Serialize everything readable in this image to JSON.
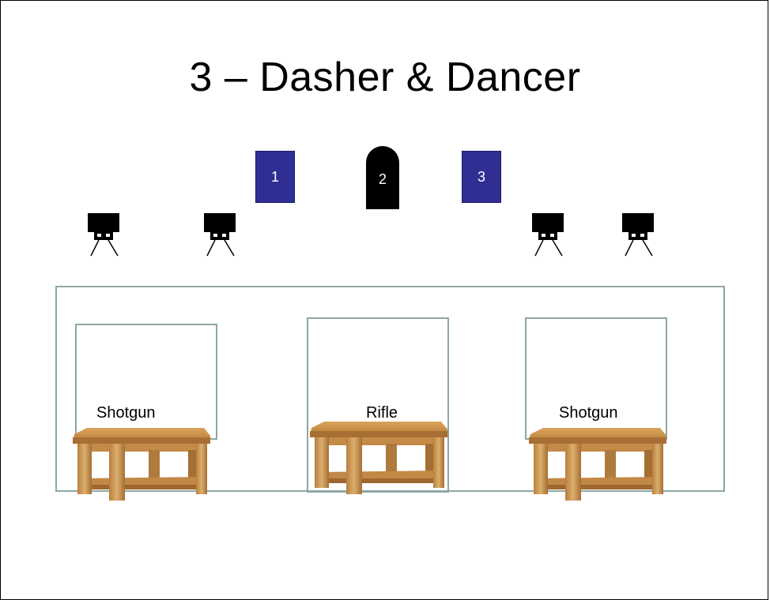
{
  "slide": {
    "title": "3 – Dasher & Dancer"
  },
  "targets": [
    {
      "number": "1",
      "type": "steel-plate",
      "color": "#2f2f93"
    },
    {
      "number": "2",
      "type": "popper",
      "color": "#000000"
    },
    {
      "number": "3",
      "type": "steel-plate",
      "color": "#2f2f93"
    }
  ],
  "stations": [
    {
      "label": "Shotgun",
      "icon": "table-icon"
    },
    {
      "label": "Rifle",
      "icon": "table-icon"
    },
    {
      "label": "Shotgun",
      "icon": "table-icon"
    }
  ],
  "icons": {
    "stand": "target-stand-icon",
    "table": "table-icon"
  },
  "colors": {
    "plate": "#2f2f93",
    "popper": "#000000",
    "outline": "#8ea6a6",
    "wood": "#c8924d"
  }
}
